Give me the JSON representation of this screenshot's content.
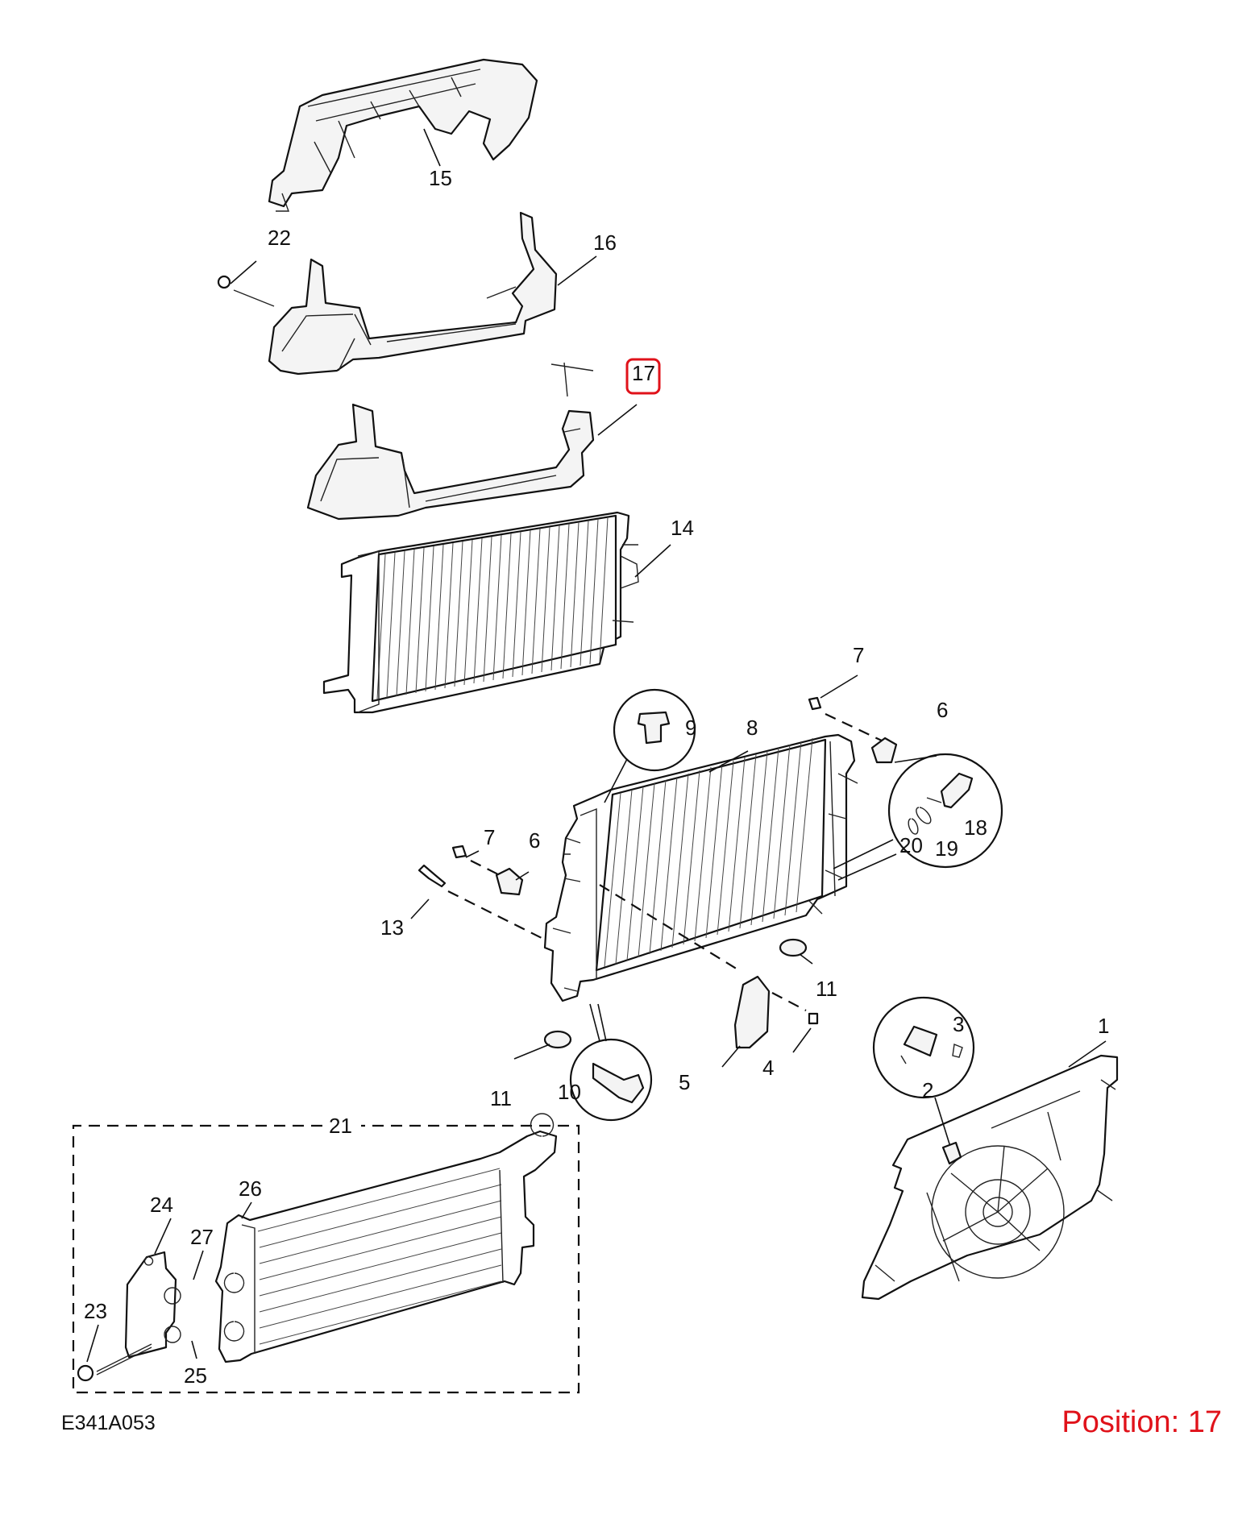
{
  "diagram_code": "E341A053",
  "position_label": "Position: 17",
  "highlight_color": "#e0121a",
  "selected_callout": "17",
  "callouts": [
    "1",
    "2",
    "3",
    "4",
    "5",
    "6",
    "6",
    "7",
    "7",
    "8",
    "9",
    "10",
    "11",
    "11",
    "13",
    "14",
    "15",
    "16",
    "17",
    "18",
    "19",
    "20",
    "21",
    "22",
    "23",
    "24",
    "25",
    "26",
    "27"
  ]
}
